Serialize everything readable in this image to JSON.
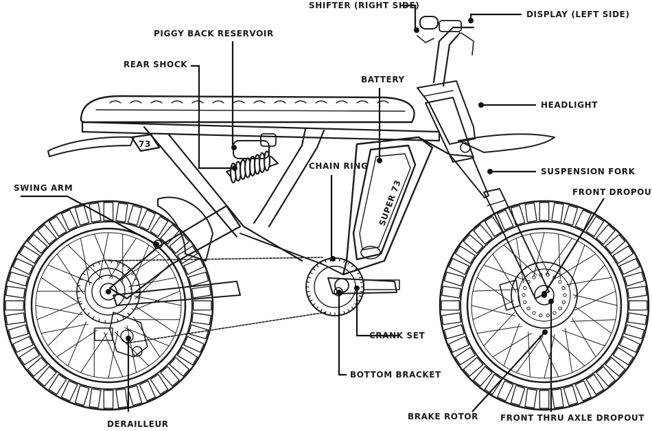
{
  "labels": {
    "shifter": "SHIFTER (RIGHT SIDE)",
    "display": "DISPLAY (LEFT SIDE)",
    "piggy_back_reservoir": "PIGGY BACK RESERVOIR",
    "rear_shock": "REAR SHOCK",
    "battery": "BATTERY",
    "headlight": "HEADLIGHT",
    "suspension_fork": "SUSPENSION FORK",
    "chain_ring": "CHAIN RING",
    "front_dropout": "FRONT DROPOUT",
    "swing_arm": "SWING ARM",
    "crank_set": "CRANK SET",
    "bottom_bracket": "BOTTOM BRACKET",
    "derailleur": "DERAILLEUR",
    "brake_rotor": "BRAKE ROTOR",
    "front_thru_axle_dropout": "FRONT THRU AXLE DROPOUT"
  },
  "frame_text": {
    "rear_plate": "73",
    "battery_brand": "SUPER 73"
  },
  "colors": {
    "ink": "#1a1a1a",
    "background": "#ffffff"
  }
}
